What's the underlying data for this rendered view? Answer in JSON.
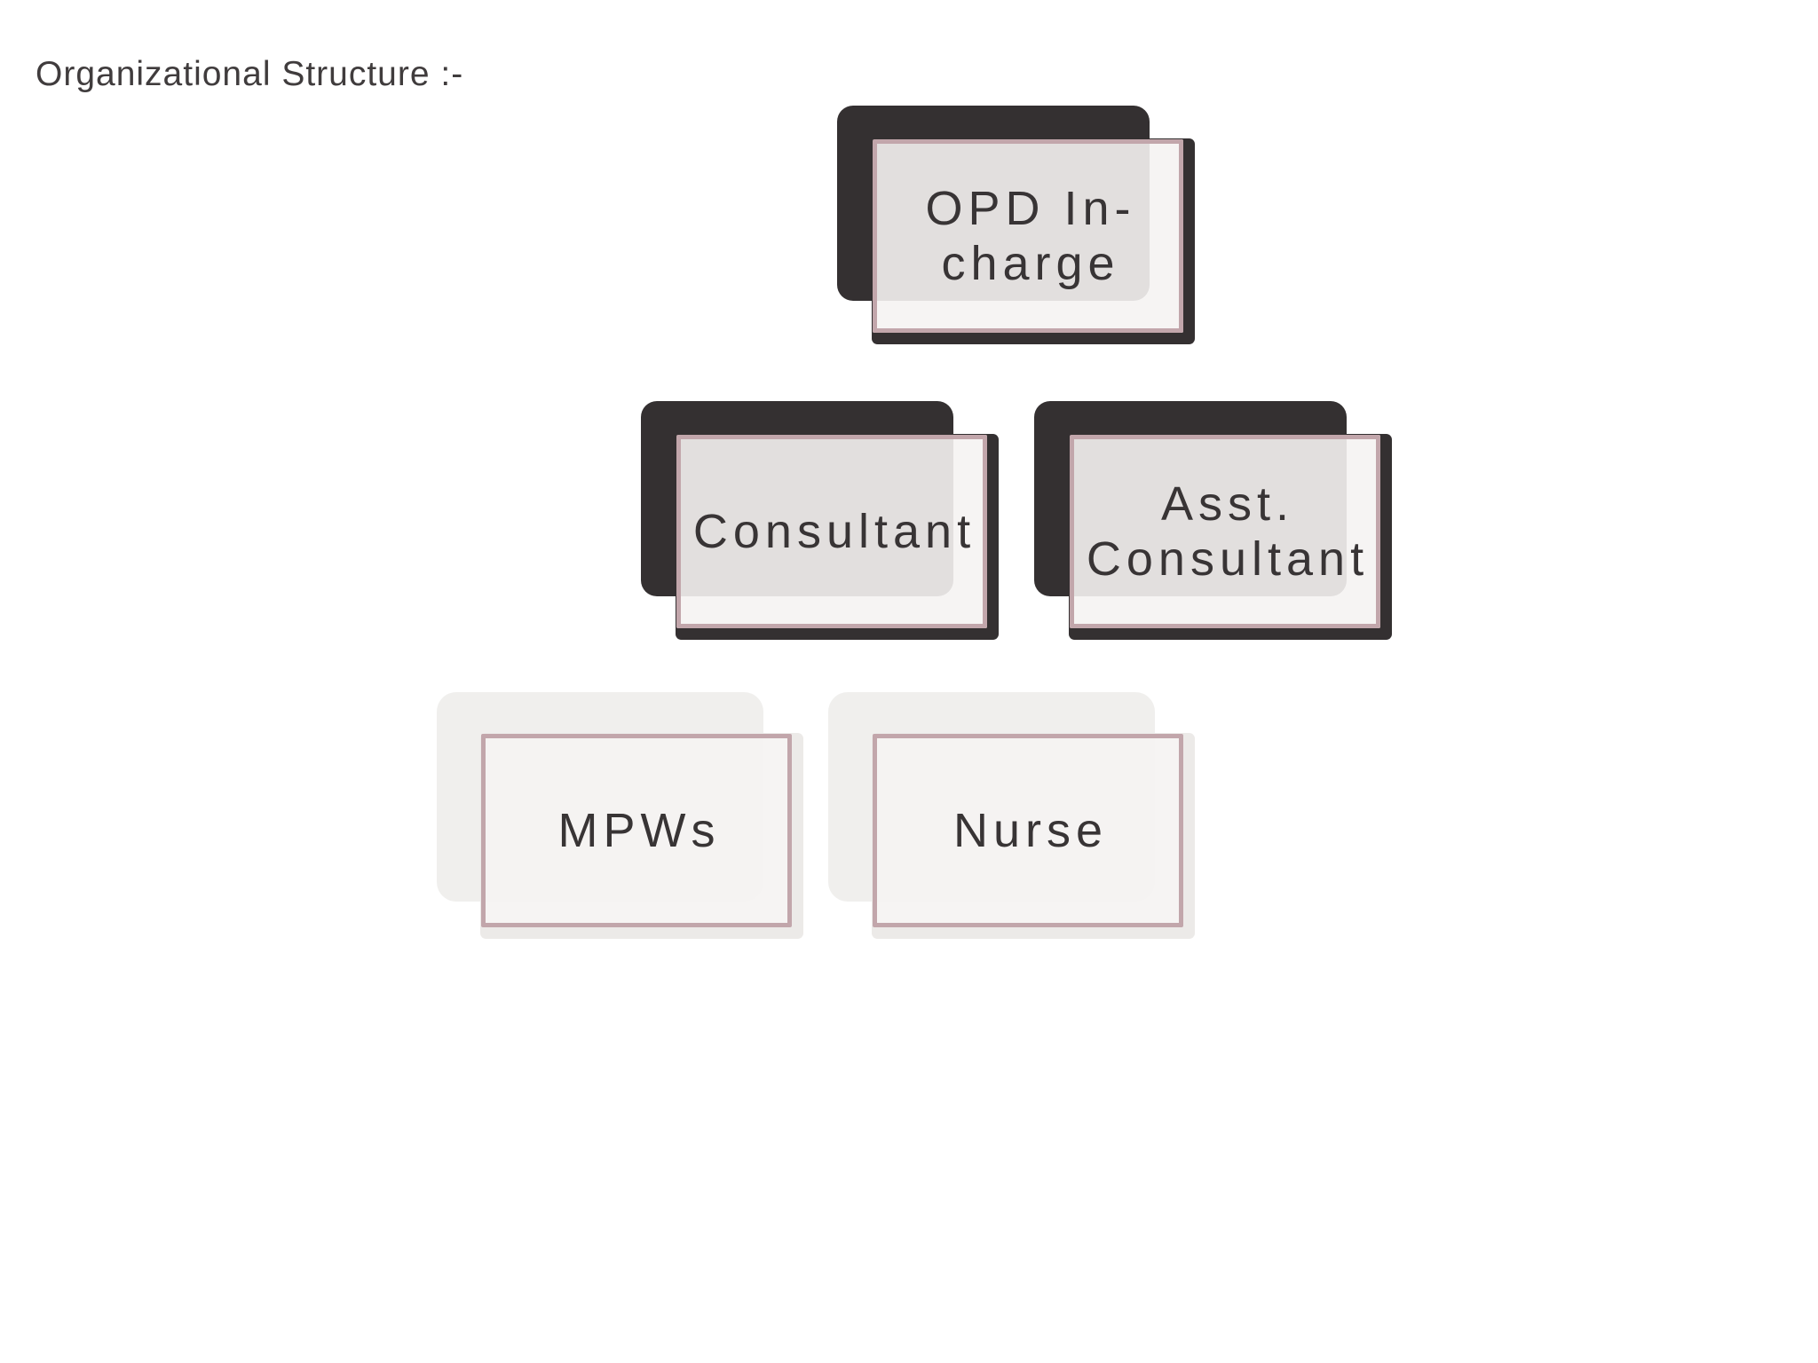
{
  "page": {
    "title": "Organizational Structure :-"
  },
  "diagram": {
    "type": "org-chart",
    "connectors": "none",
    "nodes": [
      {
        "id": "opd-in-charge",
        "label": "OPD In-charge",
        "level": 1,
        "variant": "dark"
      },
      {
        "id": "consultant",
        "label": "Consultant",
        "level": 2,
        "variant": "dark"
      },
      {
        "id": "asst-consultant",
        "label": "Asst. Consultant",
        "level": 2,
        "variant": "dark"
      },
      {
        "id": "mpws",
        "label": "MPWs",
        "level": 3,
        "variant": "light"
      },
      {
        "id": "nurse",
        "label": "Nurse",
        "level": 3,
        "variant": "light"
      }
    ],
    "colors": {
      "page_bg": "#ffffff",
      "dark": "#343031",
      "light_back": "#f0efed",
      "light_shadow": "#eceae8",
      "card_border": "#c2a6ab",
      "card_fill": "rgba(245,243,242,0.9)",
      "label_text": "#383435",
      "title_text": "#403c3d"
    }
  }
}
